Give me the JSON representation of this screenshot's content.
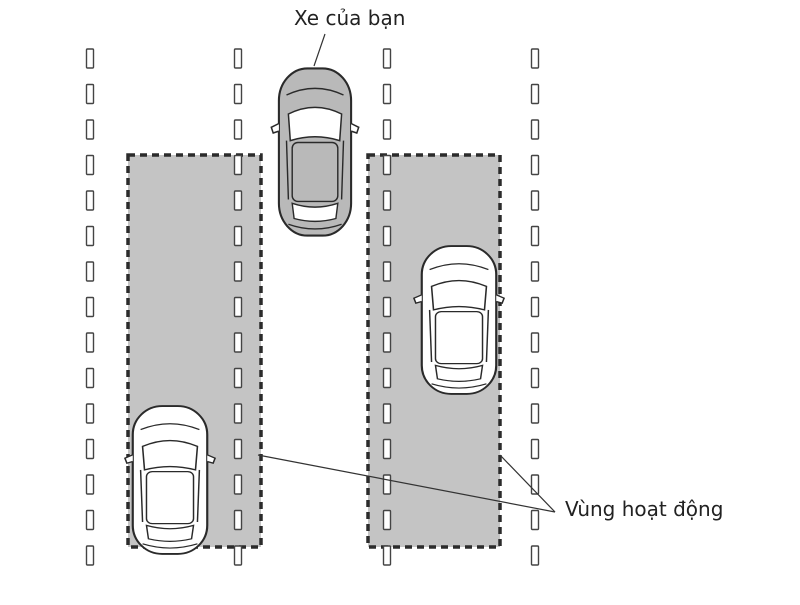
{
  "labels": {
    "your_car": "Xe của bạn",
    "detection_zone": "Vùng hoạt động"
  },
  "colors": {
    "zone_fill": "#c4c4c4",
    "zone_border": "#2b2b2b",
    "lane_mark": "#444444",
    "own_car_body": "#b9b9b9",
    "other_car_body": "#ffffff",
    "outline": "#2a2a2a",
    "leader_line": "#333333"
  },
  "scene": {
    "lane_count": 3,
    "lane_markings": "dashed",
    "detection_zones": 2,
    "vehicles": [
      {
        "role": "own-car",
        "lane": "center",
        "position": "top",
        "color": "gray"
      },
      {
        "role": "other-car",
        "lane": "right",
        "position": "middle",
        "color": "white"
      },
      {
        "role": "other-car",
        "lane": "left",
        "position": "bottom",
        "color": "white"
      }
    ]
  }
}
